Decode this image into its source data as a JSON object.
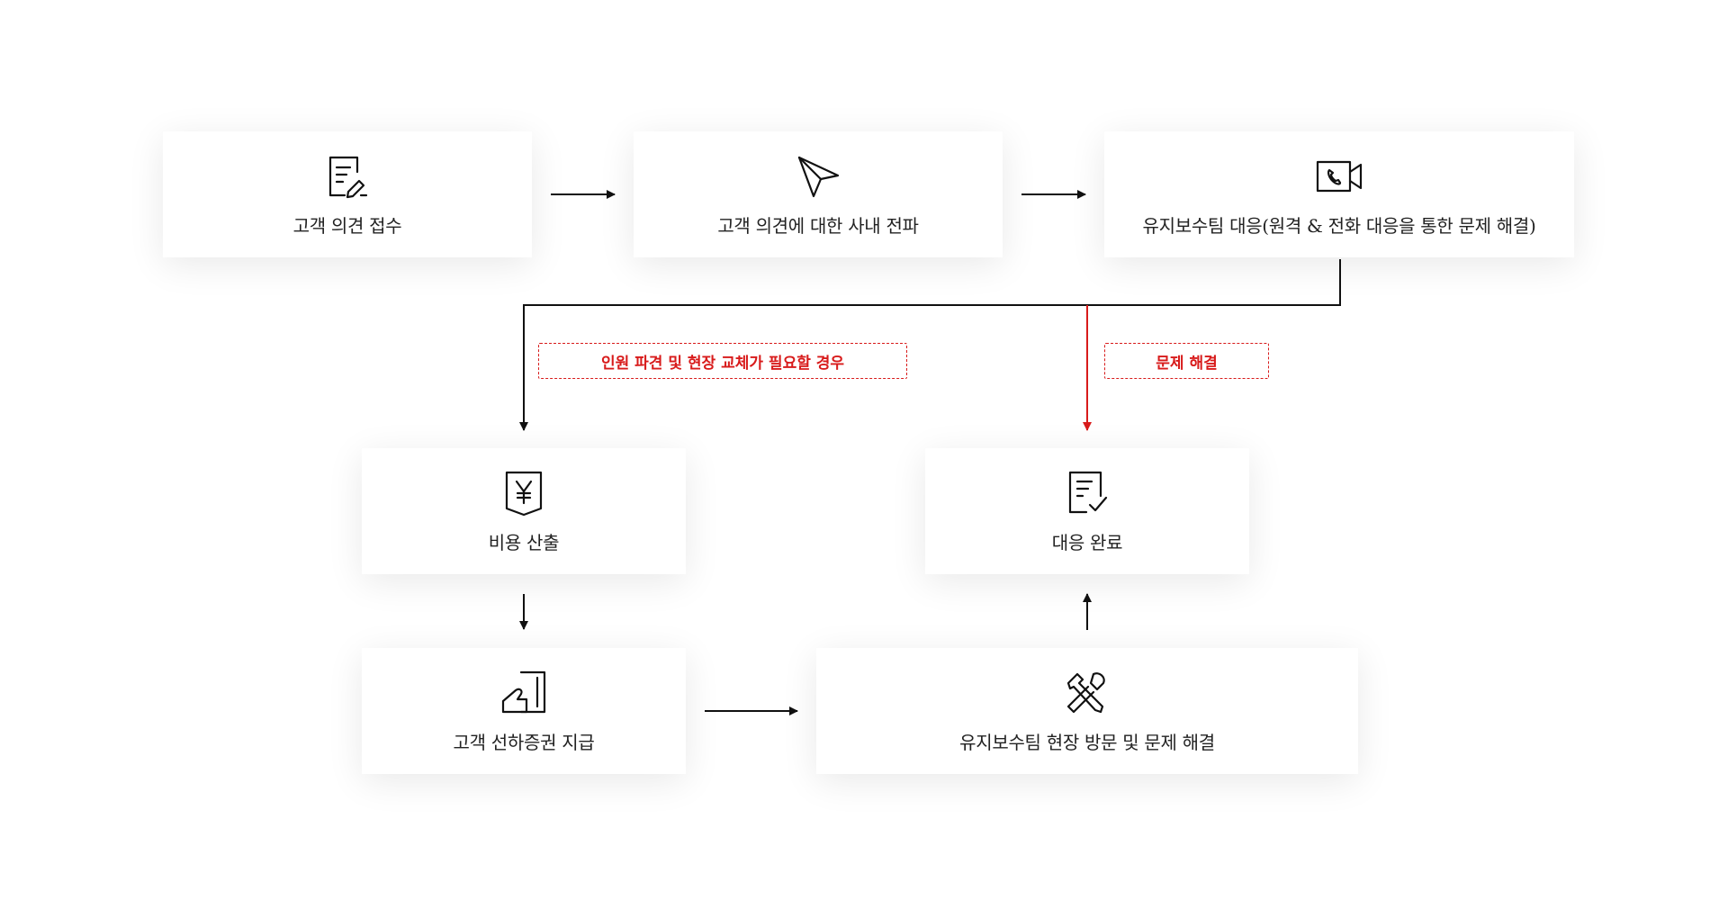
{
  "steps": {
    "receive": "고객 의견 접수",
    "share": "고객 의견에 대한 사내 전파",
    "respond": "유지보수팀 대응(원격 & 전화 대응을 통한 문제 해결)",
    "cost": "비용 산출",
    "voucher": "고객 선하증권 지급",
    "visit": "유지보수팀 현장 방문 및 문제 해결",
    "complete": "대응 완료"
  },
  "conditions": {
    "dispatch": "인원 파견 및 현장 교체가 필요할 경우",
    "resolved": "문제 해결"
  },
  "colors": {
    "accent": "#d81b1b",
    "line": "#111111",
    "text": "#222222"
  },
  "icons": {
    "receive": "document-edit-icon",
    "share": "paper-plane-icon",
    "respond": "video-call-icon",
    "cost": "yen-receipt-icon",
    "voucher": "hand-document-icon",
    "visit": "tools-icon",
    "complete": "checklist-icon"
  }
}
